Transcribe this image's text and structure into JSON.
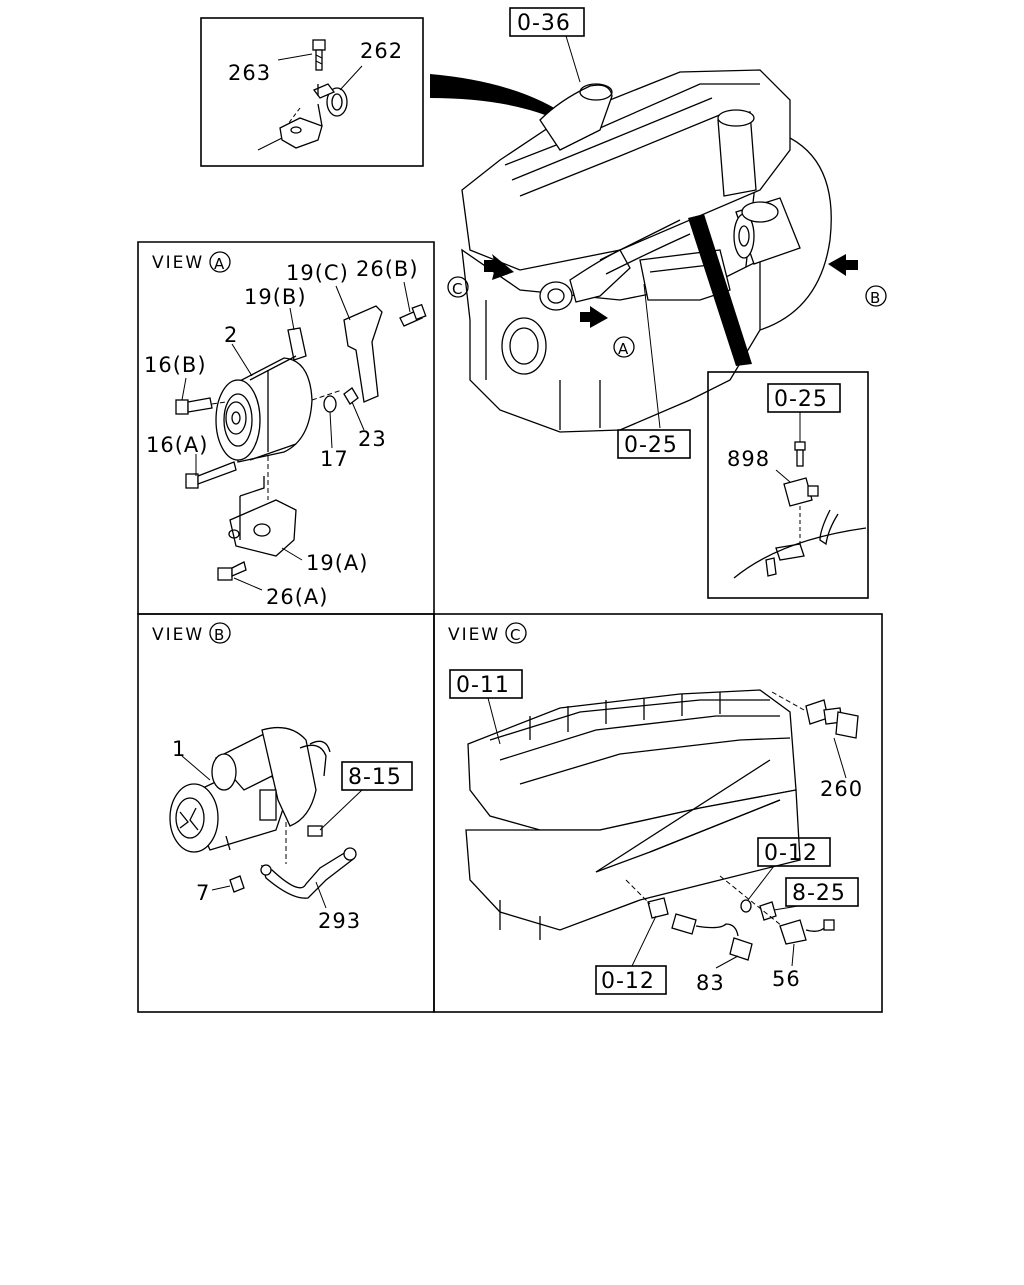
{
  "views": {
    "a": {
      "title": "VIEW",
      "marker": "A"
    },
    "b": {
      "title": "VIEW",
      "marker": "B"
    },
    "c": {
      "title": "VIEW",
      "marker": "C"
    }
  },
  "markers": {
    "a": "A",
    "b": "B",
    "c": "C"
  },
  "refs": {
    "r036": "0-36",
    "r025_main": "0-25",
    "r025_inset": "0-25",
    "r011": "0-11",
    "r012_top": "0-12",
    "r012_bottom": "0-12",
    "r815": "8-15",
    "r825": "8-25"
  },
  "parts": {
    "p263": "263",
    "p262": "262",
    "p898": "898",
    "p19c": "19(C)",
    "p26b": "26(B)",
    "p19b": "19(B)",
    "p2": "2",
    "p16b": "16(B)",
    "p16a": "16(A)",
    "p17": "17",
    "p23": "23",
    "p19a": "19(A)",
    "p26a": "26(A)",
    "p1": "1",
    "p7": "7",
    "p293": "293",
    "p260": "260",
    "p83": "83",
    "p56": "56"
  }
}
